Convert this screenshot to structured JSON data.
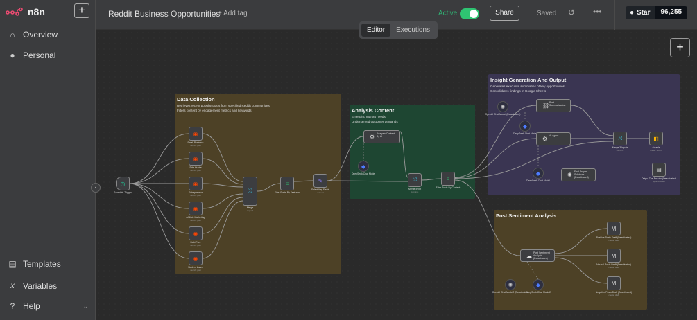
{
  "app": {
    "name": "n8n",
    "new_label": "+"
  },
  "sidebar": {
    "items": [
      {
        "label": "Overview"
      },
      {
        "label": "Personal"
      }
    ],
    "bottom": [
      {
        "label": "Templates"
      },
      {
        "label": "Variables"
      },
      {
        "label": "Help"
      }
    ]
  },
  "header": {
    "title": "Reddit Business Opportunities",
    "add_tag": "+ Add tag",
    "active_label": "Active",
    "active": true,
    "share": "Share",
    "saved": "Saved",
    "github_star": "Star",
    "github_count": "96,255"
  },
  "tabs": [
    {
      "label": "Editor"
    },
    {
      "label": "Executions"
    }
  ],
  "colors": {
    "accent": "#ea4b71",
    "active": "#2fc472",
    "data_collection": "#4d4126",
    "analysis": "#1e4632",
    "insight": "#3a3552",
    "post_sentiment": "#4d4126"
  },
  "groups": {
    "data_collection": {
      "title": "Data Collection",
      "lines": [
        "Retrieves recent popular posts from specified Reddit communities",
        "Filters content by engagement metrics and keywords"
      ]
    },
    "analysis": {
      "title": "Analysis Content",
      "lines": [
        "Emerging market needs",
        "Underserved customer demands"
      ]
    },
    "insight": {
      "title": "Insight Generation And Output",
      "lines": [
        "Generates executive summaries of key opportunities",
        "Consolidates findings in Google Sheets"
      ]
    },
    "sentiment": {
      "title": "Post Sentiment Analysis",
      "lines": []
    }
  },
  "nodes": {
    "trigger": {
      "label": "Schedule Trigger",
      "sub": ""
    },
    "r1": {
      "label": "Small Business",
      "sub": "search: post"
    },
    "r2": {
      "label": "Side Hustle",
      "sub": "search: post"
    },
    "r3": {
      "label": "Entrepreneur",
      "sub": "search: post"
    },
    "r4": {
      "label": "Affiliate Marketing",
      "sub": "search: post"
    },
    "r5": {
      "label": "Debt Free",
      "sub": "search: post"
    },
    "r6": {
      "label": "Student Loans",
      "sub": "search: post"
    },
    "merge": {
      "label": "Merge",
      "sub": "append"
    },
    "filter1": {
      "label": "Filter Posts By Features",
      "sub": ""
    },
    "select": {
      "label": "Select Key Fields",
      "sub": "manual"
    },
    "analysis_ai": {
      "label": "",
      "sub": "",
      "title": "Analysis Content By AI"
    },
    "ds1": {
      "label": "DeepSeek Chat Model",
      "sub": ""
    },
    "merge_input": {
      "label": "Merge Input",
      "sub": "combine"
    },
    "filter2": {
      "label": "Filter Posts By Content",
      "sub": ""
    },
    "openai1": {
      "label": "OpenAI Chat Model (Deactivated)",
      "sub": ""
    },
    "summ": {
      "label": "",
      "sub": "",
      "title": "Post Summarization"
    },
    "ds2": {
      "label": "DeepSeek Chat Model",
      "sub": ""
    },
    "agent": {
      "label": "",
      "sub": "",
      "title": "AI Agent"
    },
    "ds3": {
      "label": "DeepSeek Chat Model",
      "sub": ""
    },
    "solutions": {
      "label": "",
      "sub": "",
      "title": "Find Proper Solutions (Deactivated)"
    },
    "merge3": {
      "label": "Merge 3 Inputs",
      "sub": "combine"
    },
    "airtable": {
      "label": "Airtable",
      "sub": "create: record"
    },
    "output": {
      "label": "Output The Results (Deactivated)",
      "sub": "append: sheet"
    },
    "sentiment": {
      "label": "",
      "sub": "",
      "title": "Post Sentiment Analysis (Deactivated)"
    },
    "positive": {
      "label": "Positive Posts Draft (Deactivated)",
      "sub": "create: draft"
    },
    "neutral": {
      "label": "Neutral Posts Draft (Deactivated)",
      "sub": "create: draft"
    },
    "negative": {
      "label": "Negative Posts Draft (Deactivated)",
      "sub": "create: draft"
    },
    "openai2": {
      "label": "OpenAI Chat Model2 (Deactivated)",
      "sub": ""
    },
    "ds4": {
      "label": "DeepSeek Chat Model2",
      "sub": ""
    }
  }
}
